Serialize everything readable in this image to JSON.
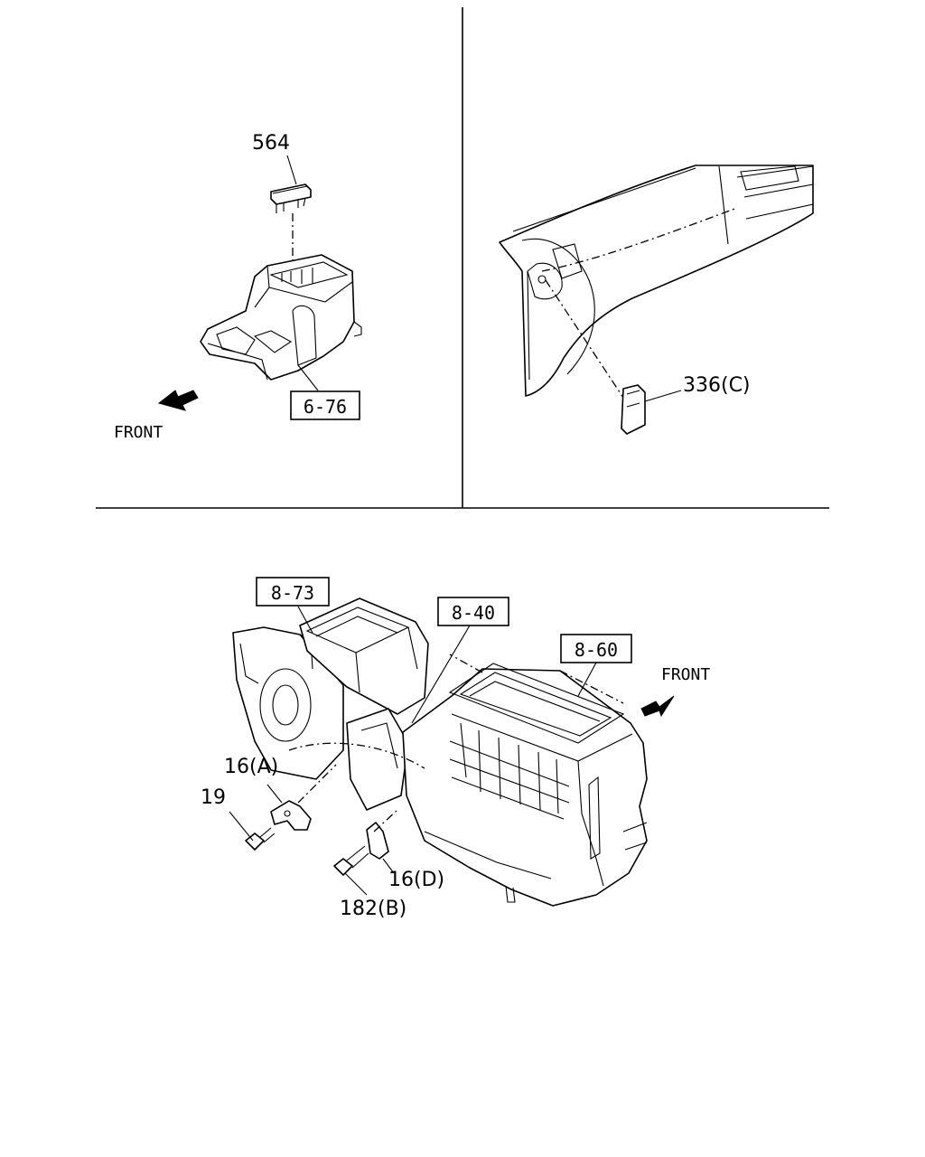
{
  "labels": {
    "p564": "564",
    "p336c": "336(C)",
    "p16a": "16(A)",
    "p19": "19",
    "p16d": "16(D)",
    "p182b": "182(B)"
  },
  "refs": {
    "r676": "6-76",
    "r873": "8-73",
    "r840": "8-40",
    "r860": "8-60"
  },
  "directions": {
    "front_top": "FRONT",
    "front_bottom": "FRONT"
  }
}
